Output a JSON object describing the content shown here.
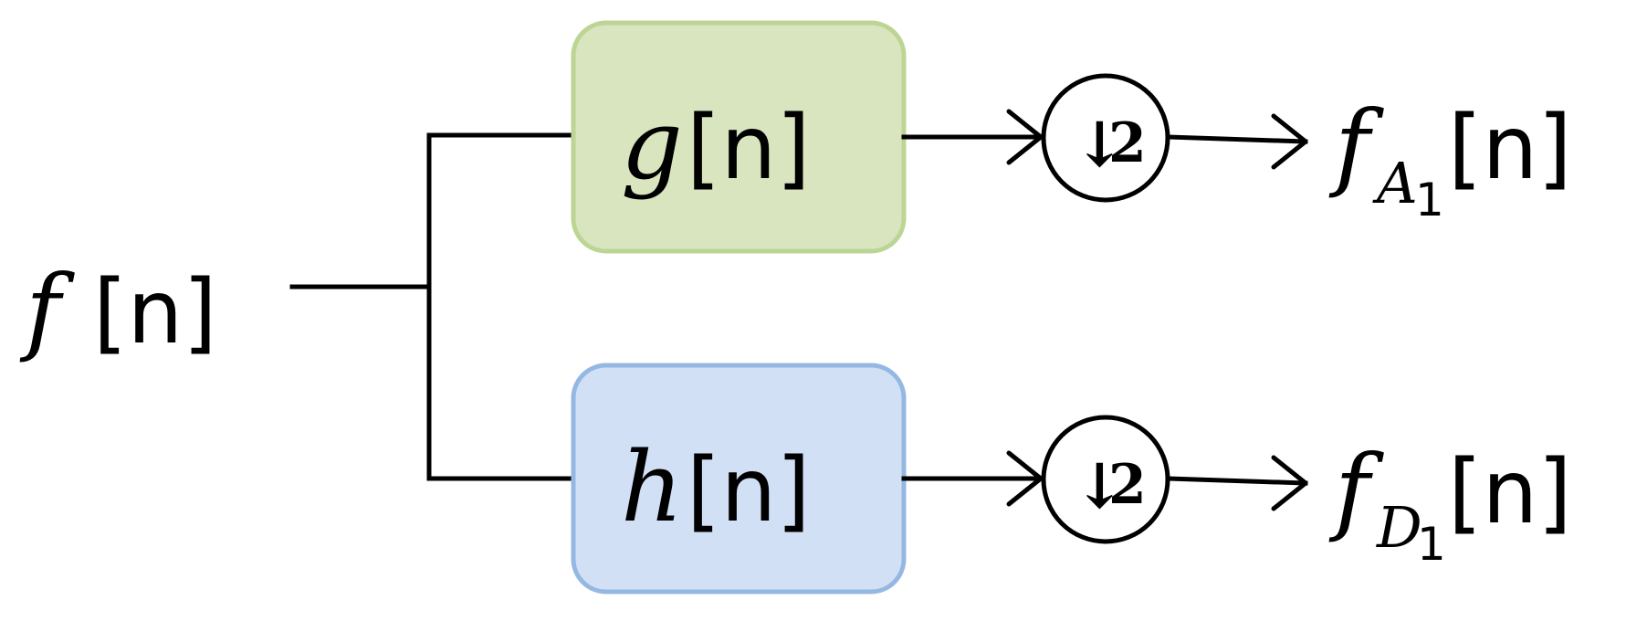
{
  "input": {
    "symbol": "f",
    "arg": "[n]"
  },
  "filters": {
    "lowpass": {
      "symbol": "g",
      "arg": "[n]",
      "fill": "#d9e5bf",
      "stroke": "#bcd595"
    },
    "highpass": {
      "symbol": "h",
      "arg": "[n]",
      "fill": "#d2e0f5",
      "stroke": "#95b8e3"
    }
  },
  "downsamplers": {
    "top": {
      "arrow": "↓",
      "factor": "2"
    },
    "bottom": {
      "arrow": "↓",
      "factor": "2"
    }
  },
  "outputs": {
    "approximation": {
      "symbol": "f",
      "sub_letter": "A",
      "sub_index": "1",
      "arg": "[n]"
    },
    "detail": {
      "symbol": "f",
      "sub_letter": "D",
      "sub_index": "1",
      "arg": "[n]"
    }
  }
}
